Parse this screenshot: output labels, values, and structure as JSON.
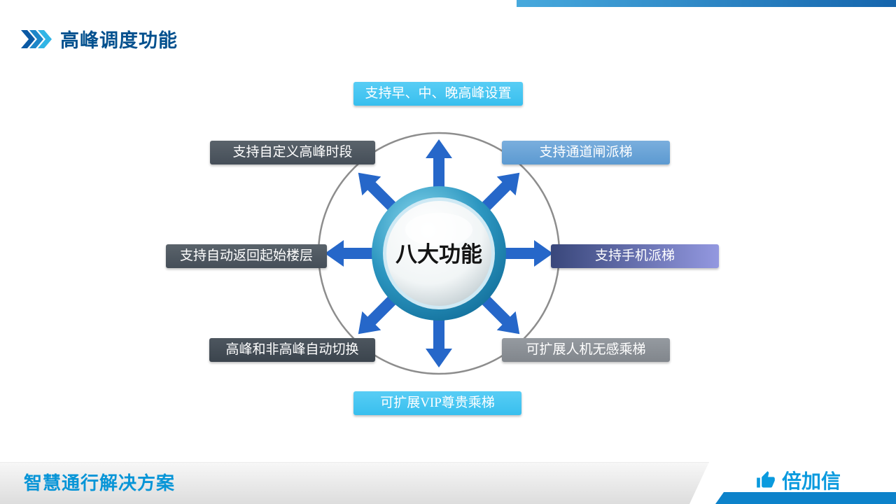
{
  "slide": {
    "title": "高峰调度功能",
    "background": "#ffffff",
    "accent_bar_start": "#47a9dd",
    "accent_bar_end": "#1565ad",
    "title_color": "#02508e"
  },
  "diagram": {
    "center_label": "八大功能",
    "ring_color": "#8d8d8d",
    "arrow_color": "#2667c9",
    "hub_colors": [
      "#8edcf0",
      "#2c96c0",
      "#0f6a96"
    ],
    "items": [
      {
        "position": "top",
        "label": "支持早、中、晚高峰设置",
        "bg": "#45c6f1"
      },
      {
        "position": "top-right",
        "label": "支持通道闸派梯",
        "bg": "#6aa5d7"
      },
      {
        "position": "right",
        "label": "支持手机派梯",
        "bg": "#39477b",
        "bg2": "#9398e0"
      },
      {
        "position": "bottom-right",
        "label": "可扩展人机无感乘梯",
        "bg": "#8b9096"
      },
      {
        "position": "bottom",
        "label": "可扩展VIP尊贵乘梯",
        "bg": "#45c6f1"
      },
      {
        "position": "bottom-left",
        "label": "高峰和非高峰自动切换",
        "bg": "#434c55"
      },
      {
        "position": "left",
        "label": "支持自动返回起始楼层",
        "bg": "#4f5862"
      },
      {
        "position": "top-left",
        "label": "支持自定义高峰时段",
        "bg": "#4f5862"
      }
    ]
  },
  "footer": {
    "solution_text": "智慧通行解决方案",
    "solution_color": "#0895d7",
    "brand_name": "倍加信",
    "brand_color": "#0a9ade",
    "strip_color": "#0d82ca"
  }
}
